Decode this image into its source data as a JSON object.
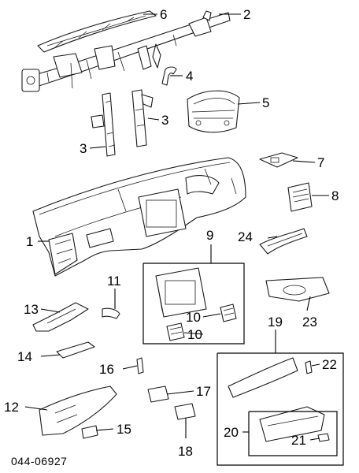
{
  "callouts": {
    "c1": "1",
    "c2": "2",
    "c3a": "3",
    "c3b": "3",
    "c4": "4",
    "c5": "5",
    "c6": "6",
    "c7": "7",
    "c8": "8",
    "c9": "9",
    "c10a": "10",
    "c10b": "10",
    "c11": "11",
    "c12": "12",
    "c13": "13",
    "c14": "14",
    "c15": "15",
    "c16": "16",
    "c17": "17",
    "c18": "18",
    "c19": "19",
    "c20": "20",
    "c21": "21",
    "c22": "22",
    "c23": "23",
    "c24": "24"
  },
  "diagram_code": "044-06927"
}
